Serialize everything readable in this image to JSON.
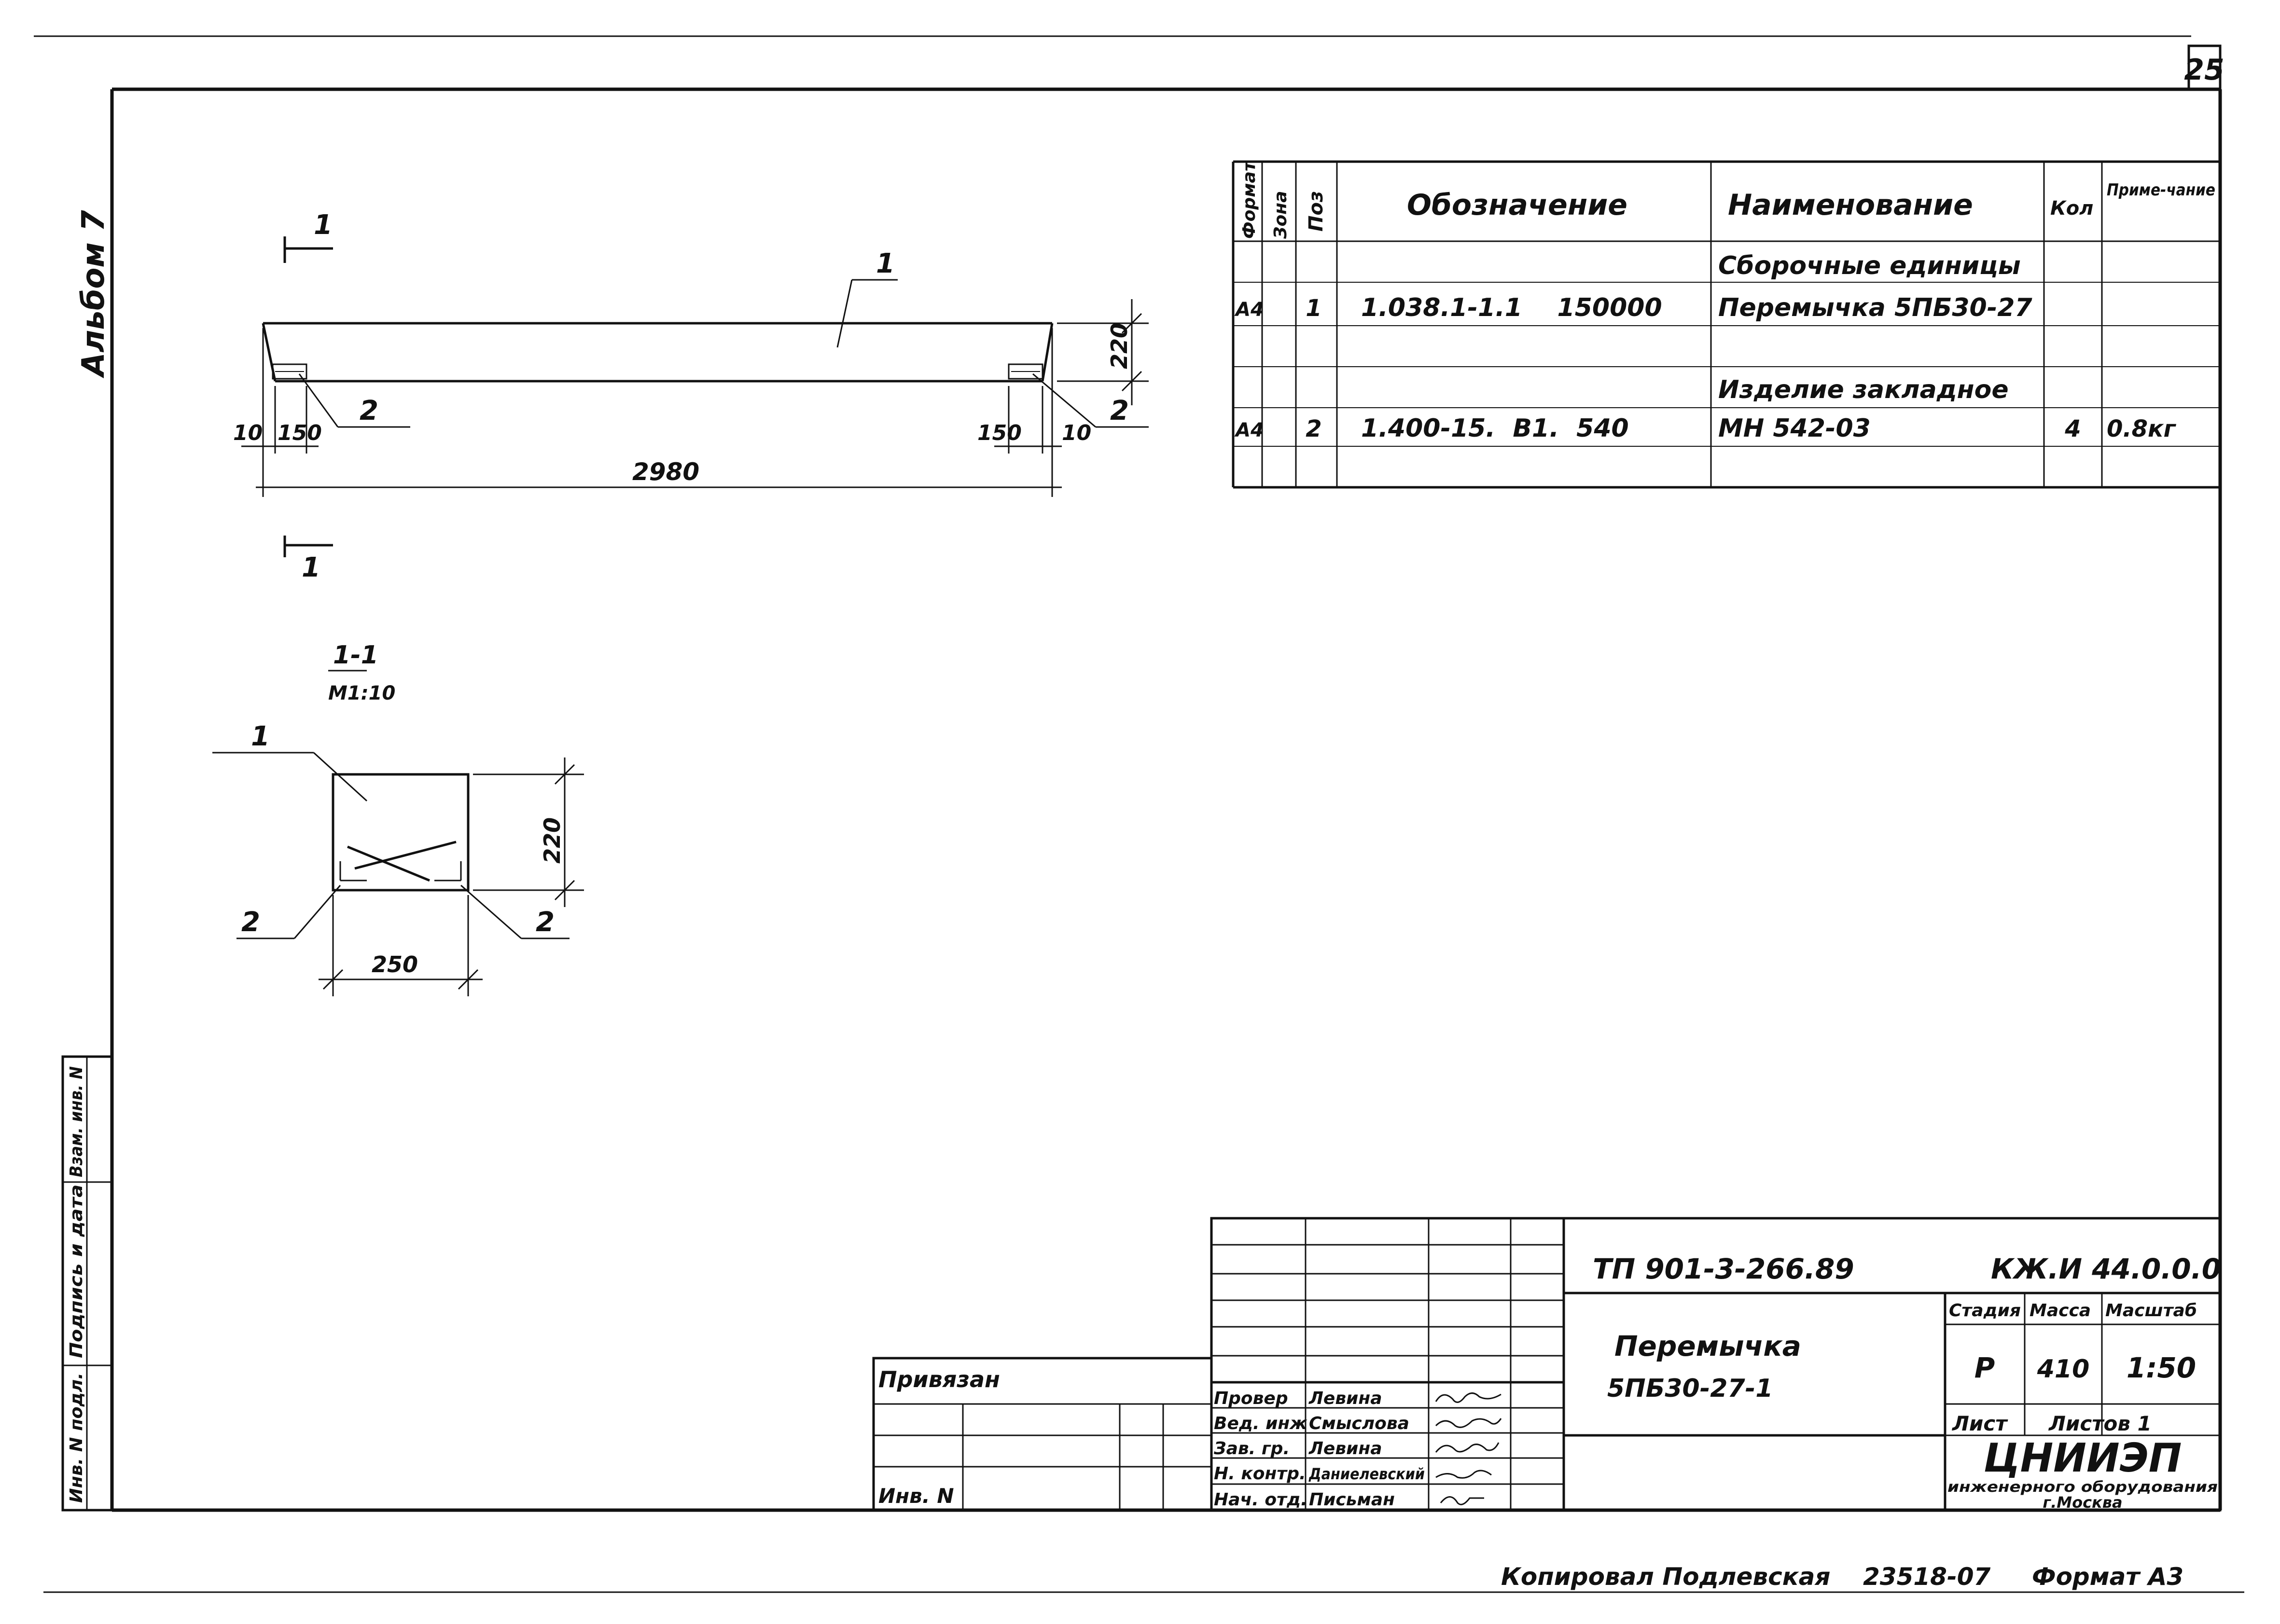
{
  "sheet_number": "25",
  "album_label": "Альбом 7",
  "spec_table": {
    "headers": {
      "format": "Формат",
      "zone": "Зона",
      "pos": "Поз",
      "designation": "Обозначение",
      "name": "Наименование",
      "qty": "Кол",
      "note": "Приме-чание"
    },
    "rows": [
      {
        "format": "",
        "pos": "",
        "designation": "",
        "name": "Сборочные единицы",
        "qty": "",
        "note": ""
      },
      {
        "format": "А4",
        "pos": "1",
        "designation": "1.038.1-1.1    150000",
        "name": "Перемычка 5ПБ30-27",
        "qty": "",
        "note": ""
      },
      {
        "format": "",
        "pos": "",
        "designation": "",
        "name": "",
        "qty": "",
        "note": ""
      },
      {
        "format": "",
        "pos": "",
        "designation": "",
        "name": "Изделие закладное",
        "qty": "",
        "note": ""
      },
      {
        "format": "А4",
        "pos": "2",
        "designation": "1.400-15.  В1.  540",
        "name": "МН 542-03",
        "qty": "4",
        "note": "0.8кг"
      },
      {
        "format": "",
        "pos": "",
        "designation": "",
        "name": "",
        "qty": "",
        "note": ""
      }
    ]
  },
  "elevation": {
    "section_mark_top": "1",
    "section_mark_bottom": "1",
    "callout_1": "1",
    "callout_2_left": "2",
    "callout_2_right": "2",
    "height_dim": "220",
    "dim_left_10": "10",
    "dim_left_150": "150",
    "dim_right_150": "150",
    "dim_right_10": "10",
    "length_dim": "2980"
  },
  "section": {
    "title": "1-1",
    "scale": "М1:10",
    "callout_1": "1",
    "callout_2_left": "2",
    "callout_2_right": "2",
    "height_dim": "220",
    "width_dim": "250"
  },
  "side_stamp": {
    "inv_orig": "Инв. N подл.",
    "sign_date": "Подпись и дата",
    "replace_inv": "Взам. инв. N"
  },
  "title_block": {
    "privyazan": "Привязан",
    "inv_no": "Инв. N",
    "doc_code": "ТП 901-3-266.89",
    "sheet_code": "КЖ.И 44.0.0.0",
    "item_name": "Перемычка",
    "item_mark": "5ПБ30-27-1",
    "col_stage": "Стадия",
    "col_mass": "Масса",
    "col_scale": "Масштаб",
    "stage": "Р",
    "mass": "410",
    "scale": "1:50",
    "sheet": "Лист",
    "sheets": "Листов 1",
    "org_name": "ЦНИИЭП",
    "org_sub": "инженерного оборудования",
    "org_city": "г.Москва",
    "signers": [
      {
        "role": "Провер",
        "name": "Левина"
      },
      {
        "role": "Вед. инж",
        "name": "Смыслова"
      },
      {
        "role": "Зав. гр.",
        "name": "Левина"
      },
      {
        "role": "Н. контр.",
        "name": "Даниелевский"
      },
      {
        "role": "Нач. отд.",
        "name": "Письман"
      }
    ]
  },
  "footer": {
    "copied_by": "Копировал Подлевская",
    "order_no": "23518-07",
    "format": "Формат А3"
  }
}
